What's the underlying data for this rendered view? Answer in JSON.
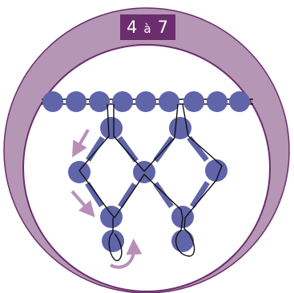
{
  "badge": {
    "from": "4",
    "separator": "à",
    "to": "7"
  },
  "colors": {
    "ring": "#b596b5",
    "ring_border": "#6b2d6d",
    "inner": "#ffffff",
    "bead": "#6064a8",
    "bugle": "#6064a8",
    "thread": "#111111",
    "arrow": "#b98fb8",
    "badge_bg": "#6b2d6d"
  },
  "icons": [
    "direction-arrow-icon",
    "return-arrow-icon"
  ]
}
